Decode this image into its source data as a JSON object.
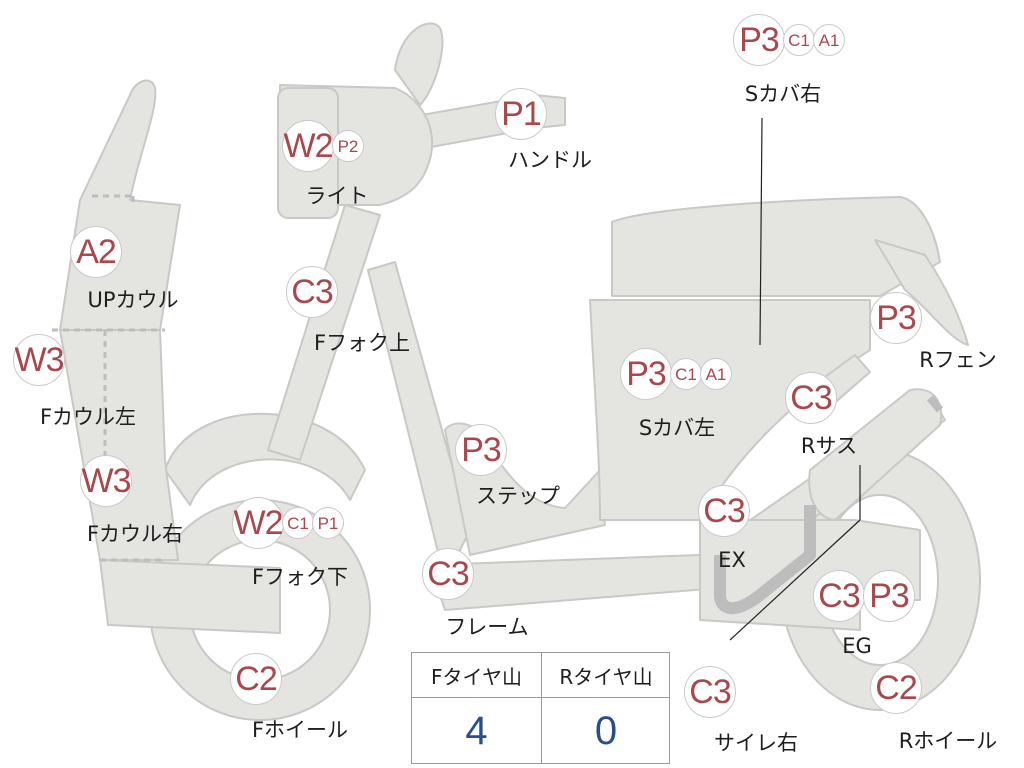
{
  "colors": {
    "body_fill": "#e4e4e1",
    "body_stroke": "#c8c8c4",
    "dark_part": "#bdbdbd",
    "badge_text": "#a8484c",
    "value_text": "#2a4e8c"
  },
  "parts": [
    {
      "id": "upcowl",
      "badges": [
        "A2"
      ],
      "label": "UPカウル"
    },
    {
      "id": "fcowl-left",
      "badges": [
        "W3"
      ],
      "label": "Fカウル左"
    },
    {
      "id": "fcowl-right",
      "badges": [
        "W3"
      ],
      "label": "Fカウル右"
    },
    {
      "id": "light",
      "badges": [
        "W2",
        "P2"
      ],
      "label": "ライト"
    },
    {
      "id": "handle",
      "badges": [
        "P1"
      ],
      "label": "ハンドル"
    },
    {
      "id": "ffork-upper",
      "badges": [
        "C3"
      ],
      "label": "Fフォク上"
    },
    {
      "id": "ffork-lower",
      "badges": [
        "W2",
        "C1",
        "P1"
      ],
      "label": "Fフォク下"
    },
    {
      "id": "fwheel",
      "badges": [
        "C2"
      ],
      "label": "Fホイール"
    },
    {
      "id": "step",
      "badges": [
        "P3"
      ],
      "label": "ステップ"
    },
    {
      "id": "frame",
      "badges": [
        "C3"
      ],
      "label": "フレーム"
    },
    {
      "id": "scover-left",
      "badges": [
        "P3",
        "C1",
        "A1"
      ],
      "label": "Sカバ左"
    },
    {
      "id": "scover-right",
      "badges": [
        "P3",
        "C1",
        "A1"
      ],
      "label": "Sカバ右"
    },
    {
      "id": "rfender",
      "badges": [
        "P3"
      ],
      "label": "Rフェン"
    },
    {
      "id": "rsus",
      "badges": [
        "C3"
      ],
      "label": "Rサス"
    },
    {
      "id": "ex",
      "badges": [
        "C3"
      ],
      "label": "EX"
    },
    {
      "id": "eg",
      "badges": [
        "C3",
        "P3"
      ],
      "label": "EG"
    },
    {
      "id": "silencer-right",
      "badges": [
        "C3"
      ],
      "label": "サイレ右"
    },
    {
      "id": "rwheel",
      "badges": [
        "C2"
      ],
      "label": "Rホイール"
    }
  ],
  "tire_table": {
    "headers": [
      "Fタイヤ山",
      "Rタイヤ山"
    ],
    "values": [
      "4",
      "0"
    ]
  }
}
